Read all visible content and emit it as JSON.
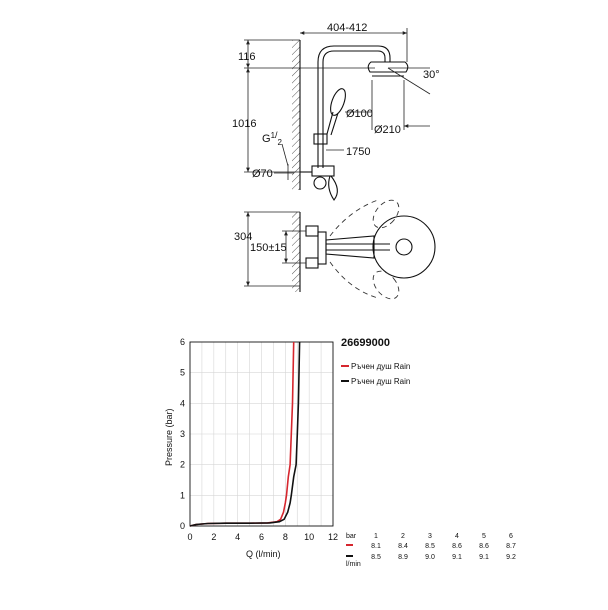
{
  "drawing": {
    "dims": {
      "width_range": "404-412",
      "top_offset": "116",
      "height": "1016",
      "thread_main": "G",
      "thread_sup": "1",
      "thread_sub": "2",
      "hand_diam": "Ø100",
      "head_diam": "Ø210",
      "angle": "30°",
      "hose_len": "1750",
      "flange_diam": "Ø70",
      "spacing_a": "304",
      "spacing_b": "150±15"
    }
  },
  "chart_data": {
    "type": "line",
    "title": "26699000",
    "xlabel": "Q (l/min)",
    "ylabel": "Pressure (bar)",
    "xlim": [
      0,
      12
    ],
    "ylim": [
      0,
      6
    ],
    "xticks": [
      "0",
      "2",
      "4",
      "6",
      "8",
      "10",
      "12"
    ],
    "yticks": [
      "0",
      "1",
      "2",
      "3",
      "4",
      "5",
      "6"
    ],
    "grid": true,
    "legend_position": "right",
    "series": [
      {
        "name": "Ръчен душ Rain",
        "color": "#d6262e",
        "x": [
          0,
          0.5,
          1.5,
          3,
          5,
          6.5,
          7.3,
          7.6,
          7.85,
          8.0,
          8.1,
          8.25,
          8.4,
          8.5,
          8.6,
          8.65,
          8.7
        ],
        "y": [
          0,
          0.05,
          0.08,
          0.09,
          0.09,
          0.1,
          0.14,
          0.22,
          0.45,
          0.75,
          1.0,
          1.6,
          2.0,
          3.0,
          4.0,
          5.0,
          6.0
        ]
      },
      {
        "name": "Ръчен душ Rain",
        "color": "#111111",
        "x": [
          0,
          0.5,
          1.5,
          3,
          5,
          6.7,
          7.5,
          7.9,
          8.2,
          8.4,
          8.5,
          8.7,
          8.9,
          9.0,
          9.1,
          9.15,
          9.2
        ],
        "y": [
          0,
          0.05,
          0.08,
          0.09,
          0.09,
          0.1,
          0.14,
          0.22,
          0.45,
          0.75,
          1.0,
          1.6,
          2.0,
          3.0,
          4.0,
          5.0,
          6.0
        ]
      }
    ]
  },
  "table": {
    "header_label": "bar",
    "unit_label": "l/min",
    "columns": [
      "1",
      "2",
      "3",
      "4",
      "5",
      "6"
    ],
    "rows": [
      {
        "color": "#d6262e",
        "values": [
          "8.1",
          "8.4",
          "8.5",
          "8.6",
          "8.6",
          "8.7"
        ]
      },
      {
        "color": "#111111",
        "values": [
          "8.5",
          "8.9",
          "9.0",
          "9.1",
          "9.1",
          "9.2"
        ]
      }
    ]
  }
}
